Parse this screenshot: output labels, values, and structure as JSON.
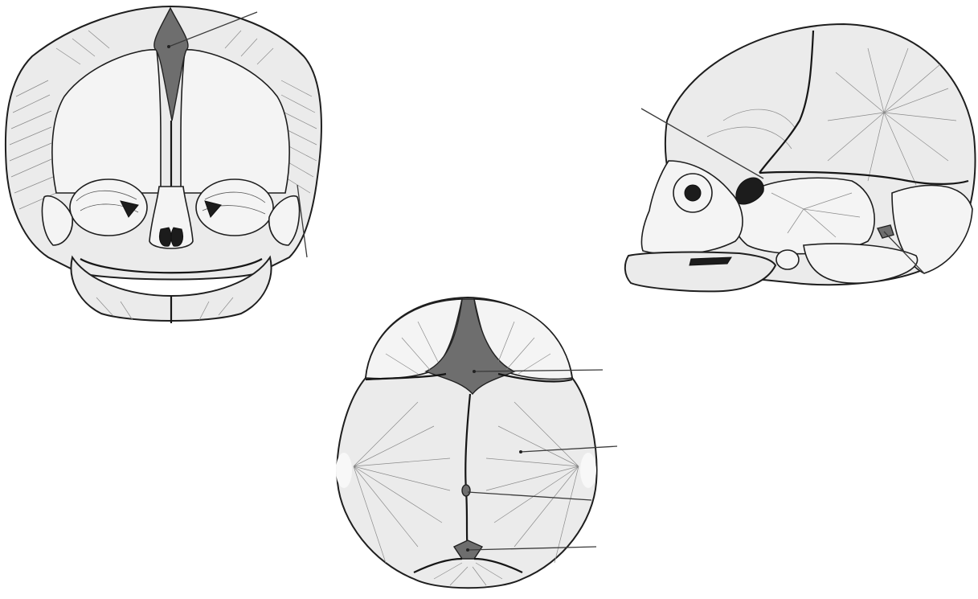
{
  "figure": {
    "views": [
      "anterior",
      "lateral",
      "superior"
    ],
    "colors": {
      "background": "#ffffff",
      "bone": "#ebebeb",
      "fontanelle": "#6e6e6e",
      "outline": "#1e1e1e",
      "leader_line": "#3a3a3a"
    },
    "leader_line_count": 8,
    "labels": []
  }
}
